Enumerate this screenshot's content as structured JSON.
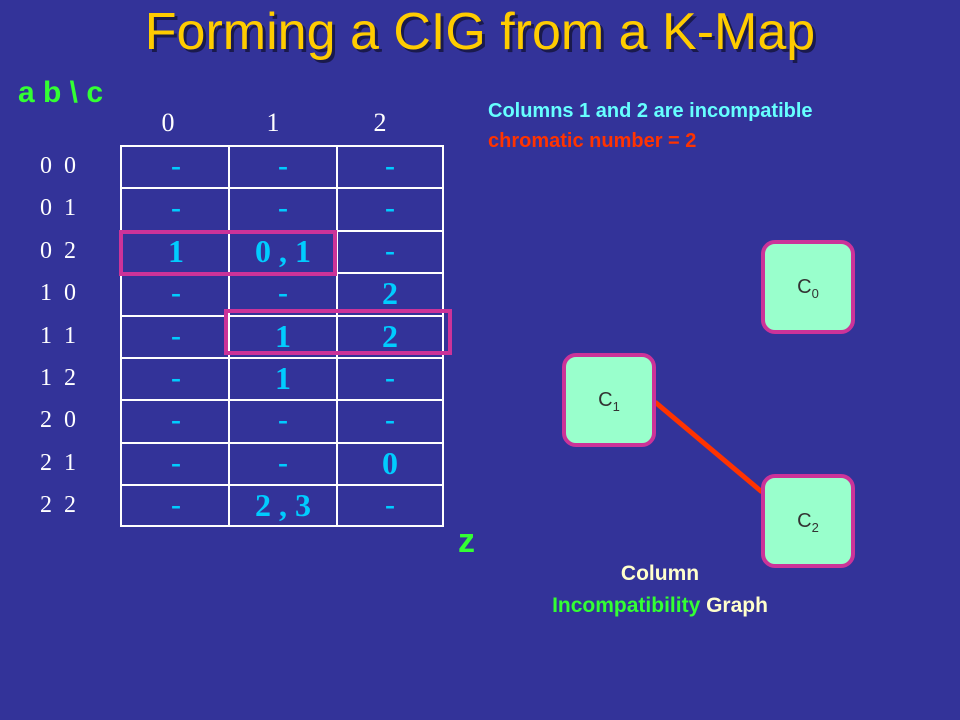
{
  "title": "Forming a CIG from a K-Map",
  "corner_label": "a b \\ c",
  "column_headers": [
    "0",
    "1",
    "2"
  ],
  "row_headers": [
    "0  0",
    "0  1",
    "0  2",
    "1  0",
    "1  1",
    "1  2",
    "2  0",
    "2  1",
    "2  2"
  ],
  "kmap": [
    [
      "-",
      "-",
      "-"
    ],
    [
      "-",
      "-",
      "-"
    ],
    [
      "1",
      "0 , 1",
      "-"
    ],
    [
      "-",
      "-",
      "2"
    ],
    [
      "-",
      "1",
      "2"
    ],
    [
      "-",
      "1",
      "-"
    ],
    [
      "-",
      "-",
      "-"
    ],
    [
      "-",
      "-",
      "0"
    ],
    [
      "-",
      "2 , 3",
      "-"
    ]
  ],
  "output_label": "z",
  "notes": {
    "incompatible": "Columns 1 and 2 are incompatible",
    "chromatic": "chromatic number = 2"
  },
  "graph": {
    "nodes": [
      {
        "base": "C",
        "sub": "0"
      },
      {
        "base": "C",
        "sub": "1"
      },
      {
        "base": "C",
        "sub": "2"
      }
    ],
    "edges": [
      [
        "1",
        "2"
      ]
    ],
    "edge_color": "#ff3300",
    "node_fill": "#99ffcc",
    "node_border": "#cc3399"
  },
  "caption": {
    "line1": "Column",
    "line2_highlight": "Incompatibility",
    "line2_rest": " Graph"
  }
}
